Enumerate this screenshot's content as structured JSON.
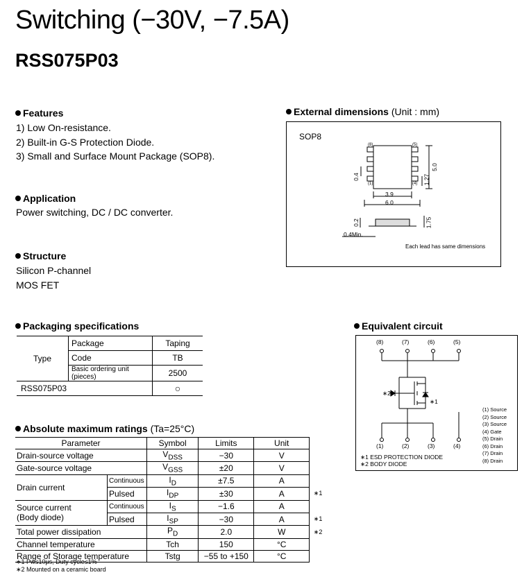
{
  "title": "Switching (−30V, −7.5A)",
  "part_number": "RSS075P03",
  "features": {
    "heading": "Features",
    "items": [
      "1) Low On-resistance.",
      "2) Built-in G-S Protection Diode.",
      "3) Small and Surface Mount Package (SOP8)."
    ]
  },
  "application": {
    "heading": "Application",
    "text": "Power switching, DC / DC converter."
  },
  "structure": {
    "heading": "Structure",
    "lines": [
      "Silicon P-channel",
      "MOS FET"
    ]
  },
  "external_dimensions": {
    "heading": "External dimensions",
    "unit": "(Unit : mm)",
    "package": "SOP8",
    "dims": {
      "d39": "3.9",
      "d60": "6.0",
      "d50": "5.0",
      "d127": "1.27",
      "d04": "0.4",
      "d02": "0.2",
      "d175": "1.75",
      "d04min": "0.4Min."
    },
    "pin_labels": [
      "(8)",
      "(5)",
      "(1)",
      "(4)"
    ],
    "note": "Each lead has same dimensions"
  },
  "packaging": {
    "heading": "Packaging specifications",
    "type_label": "Type",
    "rows": [
      {
        "label": "Package",
        "value": "Taping"
      },
      {
        "label": "Code",
        "value": "TB"
      },
      {
        "label": "Basic ordering unit (pieces)",
        "value": "2500"
      }
    ],
    "part": "RSS075P03",
    "availability_mark": "○"
  },
  "ratings": {
    "heading": "Absolute maximum ratings",
    "condition": "(Ta=25°C)",
    "headers": [
      "Parameter",
      "Symbol",
      "Limits",
      "Unit"
    ],
    "drain_voltage": {
      "param": "Drain-source voltage",
      "sym": "V",
      "sub": "DSS",
      "limit": "−30",
      "unit": "V"
    },
    "gate_voltage": {
      "param": "Gate-source voltage",
      "sym": "V",
      "sub": "GSS",
      "limit": "±20",
      "unit": "V"
    },
    "drain_current": {
      "param": "Drain current",
      "cont": {
        "cond": "Continuous",
        "sym": "I",
        "sub": "D",
        "limit": "±7.5",
        "unit": "A"
      },
      "pulsed": {
        "cond": "Pulsed",
        "sym": "I",
        "sub": "DP",
        "limit": "±30",
        "unit": "A",
        "note": "∗1"
      }
    },
    "source_current": {
      "param1": "Source current",
      "param2": "(Body diode)",
      "cont": {
        "cond": "Continuous",
        "sym": "I",
        "sub": "S",
        "limit": "−1.6",
        "unit": "A"
      },
      "pulsed": {
        "cond": "Pulsed",
        "sym": "I",
        "sub": "SP",
        "limit": "−30",
        "unit": "A",
        "note": "∗1"
      }
    },
    "power": {
      "param": "Total power dissipation",
      "sym": "P",
      "sub": "D",
      "limit": "2.0",
      "unit": "W",
      "note": "∗2"
    },
    "channel_temp": {
      "param": "Channel temperature",
      "sym": "Tch",
      "limit": "150",
      "unit": "°C"
    },
    "storage_temp": {
      "param": "Range of Storage temperature",
      "sym": "Tstg",
      "limit": "−55 to +150",
      "unit": "°C"
    },
    "footnotes": [
      "∗1 Pw≤10μs, Duty cycle≤1%",
      "∗2 Mounted on a ceramic board"
    ]
  },
  "equivalent_circuit": {
    "heading": "Equivalent circuit",
    "top_pins": [
      "(8)",
      "(7)",
      "(6)",
      "(5)"
    ],
    "bottom_pins": [
      "(1)",
      "(2)",
      "(3)",
      "(4)"
    ],
    "mark1": "∗1",
    "mark2": "∗2",
    "legend": [
      "(1) Source",
      "(2) Source",
      "(3) Source",
      "(4) Gate",
      "(5) Drain",
      "(6) Drain",
      "(7) Drain",
      "(8) Drain"
    ],
    "notes": [
      "∗1 ESD PROTECTION DIODE",
      "∗2 BODY DIODE"
    ]
  }
}
